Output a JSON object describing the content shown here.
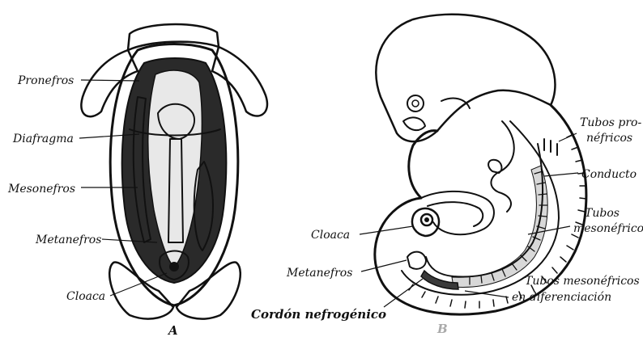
{
  "figure_a": {
    "panel_label": "A",
    "labels": {
      "pronefros": "Pronefros",
      "diafragma": "Diafragma",
      "mesonefros": "Mesonefros",
      "metanefros": "Metanefros",
      "cloaca": "Cloaca"
    }
  },
  "figure_b": {
    "panel_label": "B",
    "labels": {
      "tubos_pronefricos_1": "Tubos pro-",
      "tubos_pronefricos_2": "néfricos",
      "conducto": "Conducto",
      "tubos_mesonefricos_1": "Tubos",
      "tubos_mesonefricos_2": "mesonéfricos",
      "cloaca": "Cloaca",
      "metanefros": "Metanefros",
      "cordon_nefrogenico": "Cordón nefrogénico",
      "tubos_diferenciacion_1": "Tubos mesonéfricos",
      "tubos_diferenciacion_2": "en diferenciación"
    }
  }
}
